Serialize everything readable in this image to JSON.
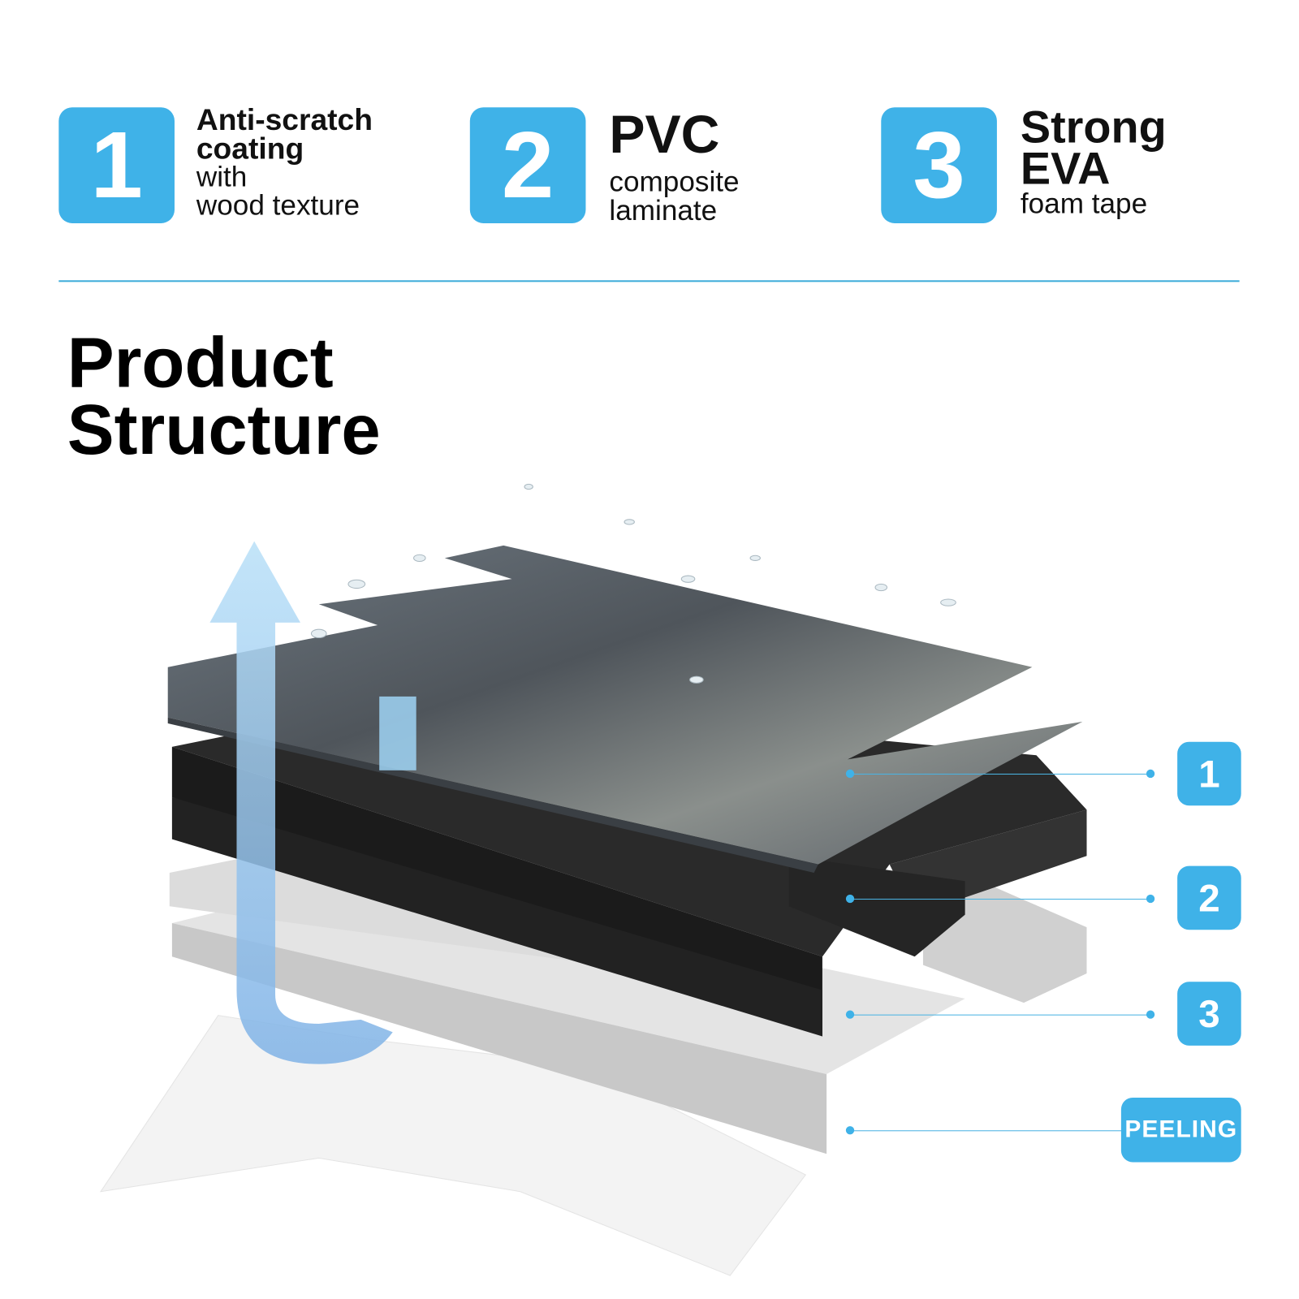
{
  "features": [
    {
      "number": "1",
      "title_lines": [
        "Anti-scratch",
        "coating"
      ],
      "sub_lines": [
        "with",
        "wood texture"
      ]
    },
    {
      "number": "2",
      "title_lines": [
        "PVC"
      ],
      "sub_lines": [
        "composite",
        "laminate"
      ]
    },
    {
      "number": "3",
      "title_lines": [
        "Strong",
        "EVA"
      ],
      "sub_lines": [
        "foam tape"
      ]
    }
  ],
  "section_title": [
    "Product",
    "Structure"
  ],
  "callouts": [
    "1",
    "2",
    "3",
    "PEELING"
  ],
  "colors": {
    "accent": "#3fb2e8",
    "rule": "#43aedb"
  }
}
